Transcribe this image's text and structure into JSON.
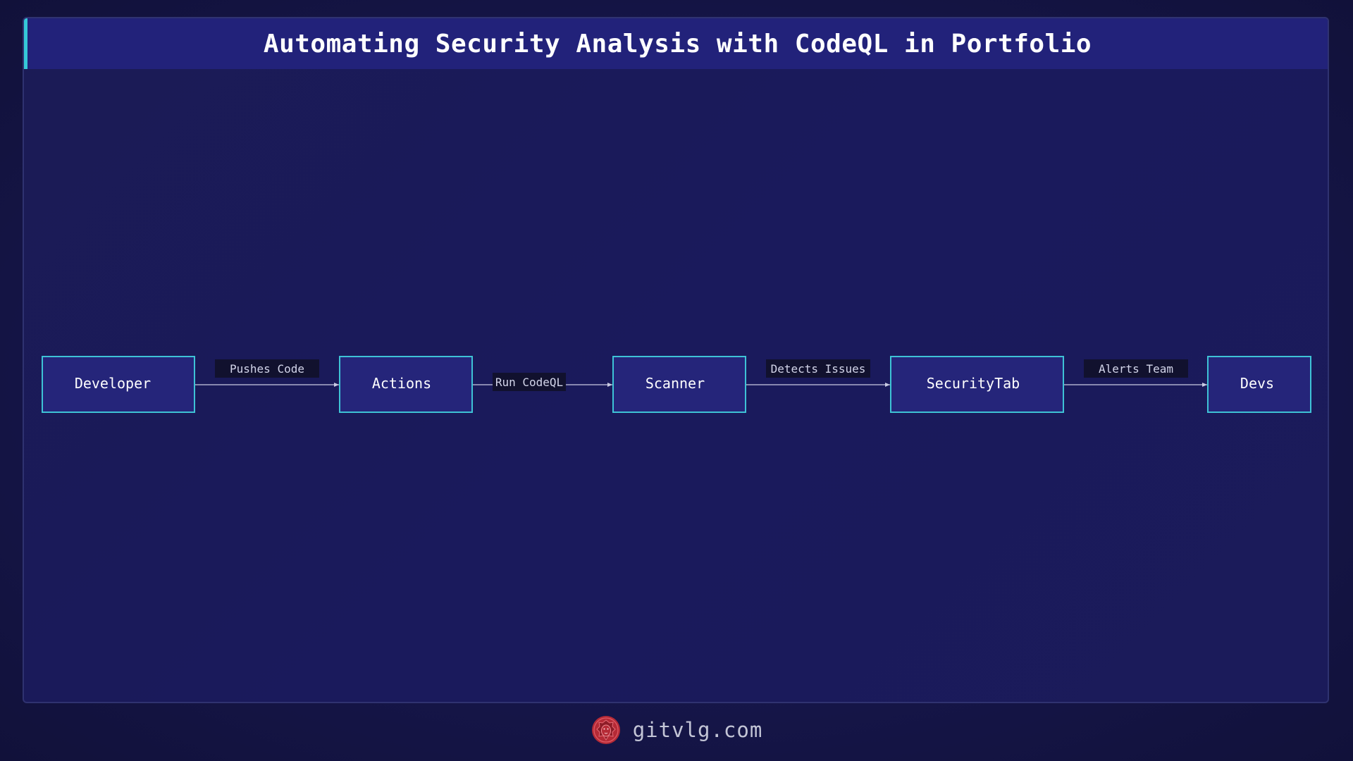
{
  "title": "Automating Security Analysis with CodeQL in Portfolio",
  "colors": {
    "node_fill": "#25257a",
    "node_stroke": "#3ec3d6",
    "edge": "#c9cbe3",
    "title_bar": "#22227a",
    "accent": "#35c8d8",
    "logo": "#c0303c"
  },
  "diagram": {
    "nodes": [
      {
        "id": "developer",
        "label": "Developer"
      },
      {
        "id": "actions",
        "label": "Actions"
      },
      {
        "id": "scanner",
        "label": "Scanner"
      },
      {
        "id": "securitytab",
        "label": "SecurityTab"
      },
      {
        "id": "devs",
        "label": "Devs"
      }
    ],
    "edges": [
      {
        "from": "developer",
        "to": "actions",
        "label": "Pushes Code"
      },
      {
        "from": "actions",
        "to": "scanner",
        "label": "Run CodeQL"
      },
      {
        "from": "scanner",
        "to": "securitytab",
        "label": "Detects Issues"
      },
      {
        "from": "securitytab",
        "to": "devs",
        "label": "Alerts Team"
      }
    ]
  },
  "footer": {
    "logo_icon": "lion-head-icon",
    "text": "gitvlg.com"
  }
}
